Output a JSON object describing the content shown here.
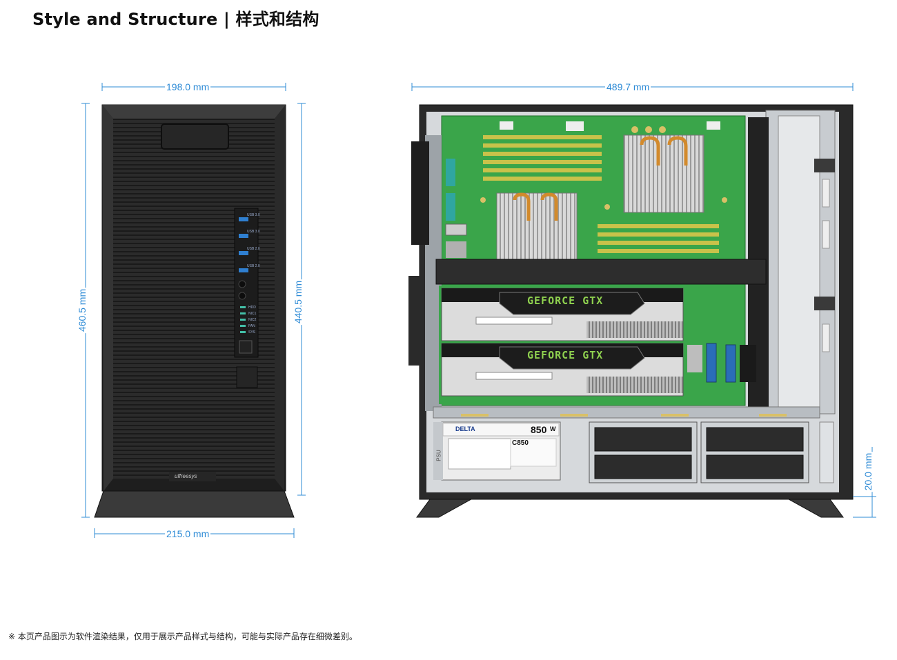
{
  "title": "Style and Structure | 样式和结构",
  "dimensions": {
    "front_top_width": "198.0 mm",
    "front_height": "460.5 mm",
    "front_body_height": "440.5 mm",
    "front_base_width": "215.0 mm",
    "side_width": "489.7 mm",
    "foot_height": "20.0 mm"
  },
  "front_panel": {
    "port_labels": [
      "USB 3.0",
      "USB 3.0",
      "USB 2.0",
      "USB 2.0"
    ],
    "led_labels": [
      "HDD",
      "NIC1",
      "NIC2",
      "FAN",
      "SYS"
    ],
    "brand": "uffreesys"
  },
  "gpu": {
    "label_top": "GEFORCE GTX",
    "label_bottom": "GEFORCE GTX"
  },
  "psu": {
    "brand": "DELTA",
    "wattage": "850",
    "unit": "W",
    "model": "C850",
    "side_label": "PSU"
  },
  "footnote": "※ 本页产品图示为软件渲染结果，仅用于展示产品样式与结构，可能与实际产品存在细微差别。",
  "colors": {
    "dimension": "#2e8bd6",
    "case": "#2d2d2d",
    "board": "#3aa54a",
    "ram": "#c9c24a"
  }
}
